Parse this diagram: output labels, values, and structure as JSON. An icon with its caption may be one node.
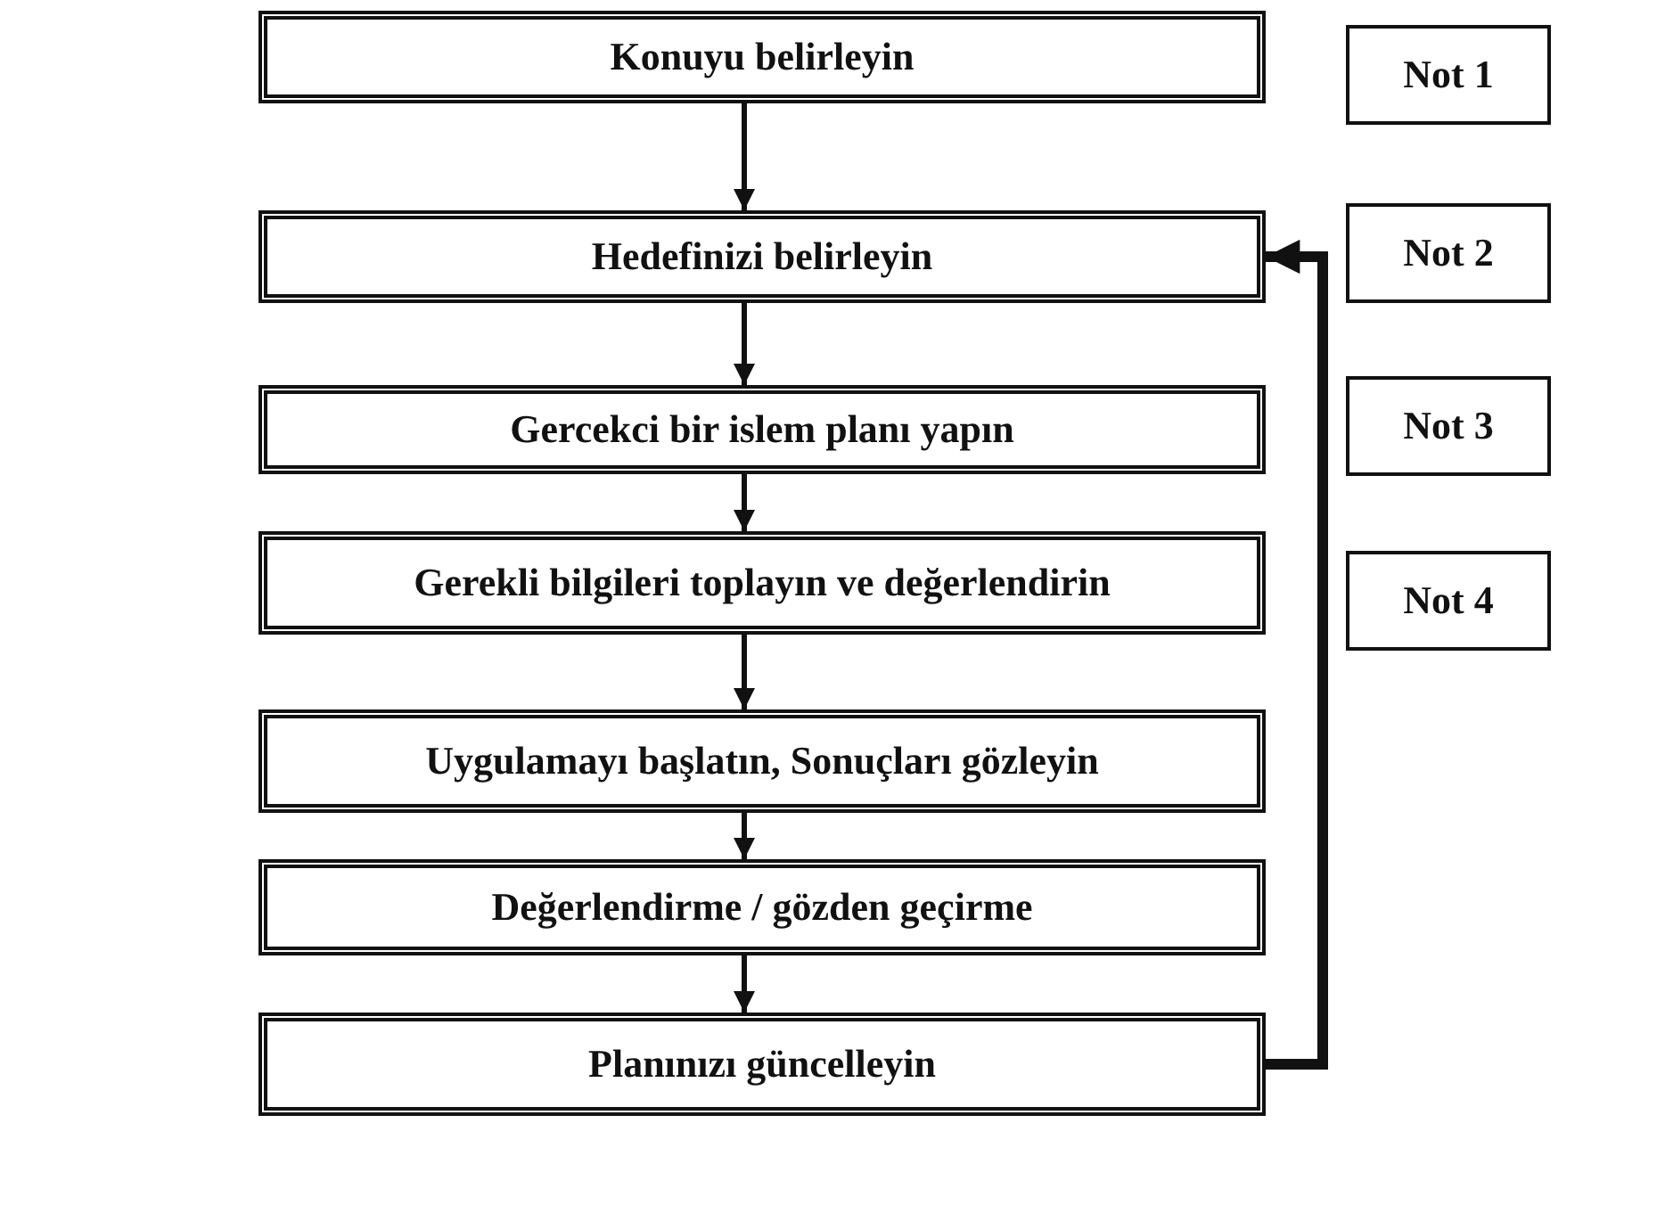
{
  "diagram": {
    "nodes": [
      {
        "text": [
          "Konuyu belirleyin"
        ]
      },
      {
        "text": [
          "Hedefinizi belirleyin"
        ]
      },
      {
        "text": [
          "Gercekci bir islem planı yapın"
        ]
      },
      {
        "text": [
          "Gerekli bilgileri toplayın ve değerlendirin"
        ]
      },
      {
        "text": [
          "Uygulamayı başlatın, Sonuçları gözleyin"
        ]
      },
      {
        "text": [
          "Değerlendirme / gözden geçirme"
        ]
      },
      {
        "text": [
          "Planınızı güncelleyin"
        ]
      },
      {
        "text": [
          "Not 1"
        ]
      },
      {
        "text": [
          "Not 2"
        ]
      },
      {
        "text": [
          "Not 3"
        ]
      },
      {
        "text": [
          "Not 4"
        ]
      }
    ],
    "edges": [
      {
        "from": 0,
        "to": 1,
        "arrow": "to"
      },
      {
        "from": 1,
        "to": 2,
        "arrow": "to"
      },
      {
        "from": 2,
        "to": 3,
        "arrow": "to"
      },
      {
        "from": 3,
        "to": 4,
        "arrow": "to"
      },
      {
        "from": 4,
        "to": 5,
        "arrow": "to"
      },
      {
        "from": 5,
        "to": 6,
        "arrow": "to"
      },
      {
        "from": 6,
        "to": 1,
        "arrow": "to",
        "style": "thick"
      }
    ]
  }
}
